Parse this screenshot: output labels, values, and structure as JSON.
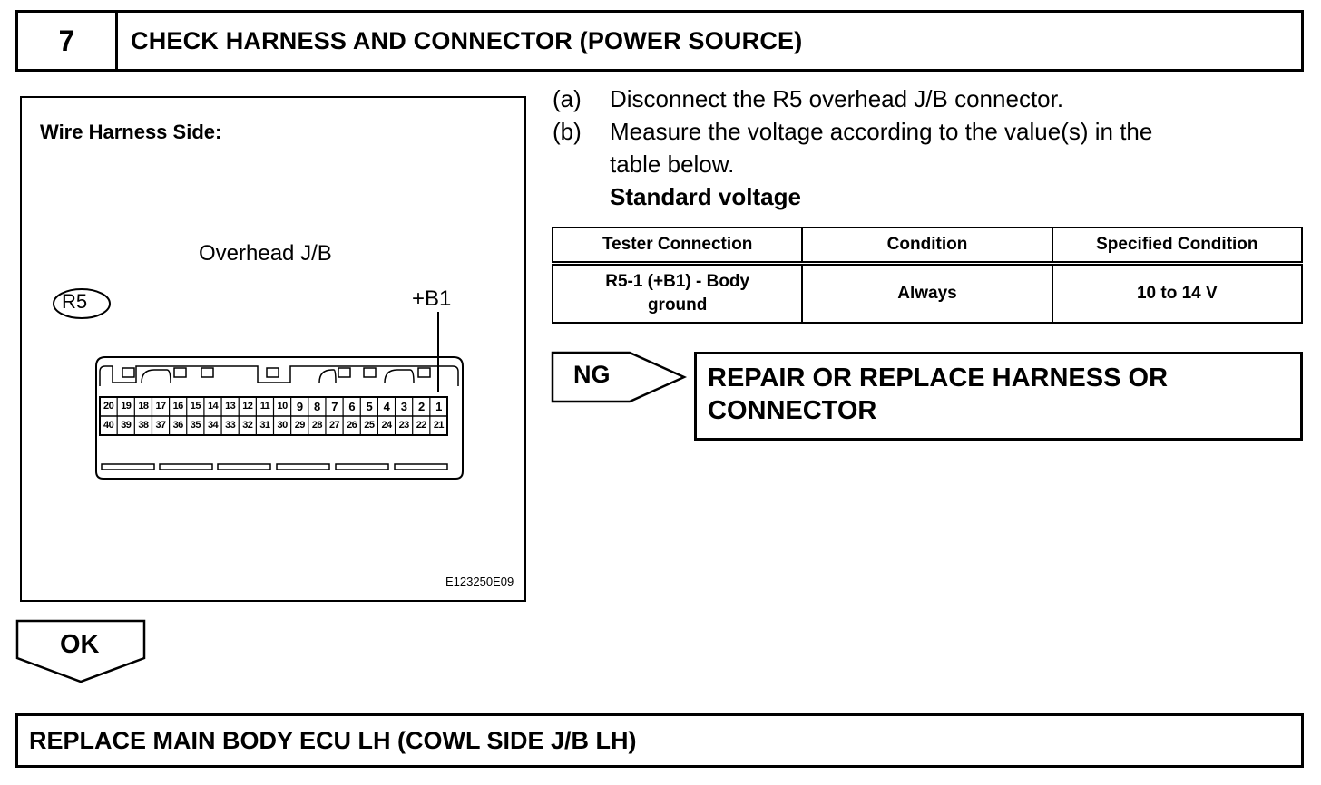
{
  "step": {
    "number": "7",
    "title": "CHECK HARNESS AND CONNECTOR (POWER SOURCE)"
  },
  "illustration": {
    "caption": "Wire Harness Side:",
    "connector_name": "Overhead J/B",
    "connector_code": "R5",
    "terminal_label": "+B1",
    "image_id": "E123250E09",
    "pins_top": [
      "20",
      "19",
      "18",
      "17",
      "16",
      "15",
      "14",
      "13",
      "12",
      "11",
      "10",
      "9",
      "8",
      "7",
      "6",
      "5",
      "4",
      "3",
      "2",
      "1"
    ],
    "pins_bottom": [
      "40",
      "39",
      "38",
      "37",
      "36",
      "35",
      "34",
      "33",
      "32",
      "31",
      "30",
      "29",
      "28",
      "27",
      "26",
      "25",
      "24",
      "23",
      "22",
      "21"
    ]
  },
  "instructions": [
    {
      "letter": "(a)",
      "text": "Disconnect the R5 overhead J/B connector."
    },
    {
      "letter": "(b)",
      "text": "Measure the voltage according to the value(s) in the",
      "text2": "table below."
    }
  ],
  "standard_label": "Standard voltage",
  "table": {
    "headers": [
      "Tester Connection",
      "Condition",
      "Specified Condition"
    ],
    "row": {
      "connection_line1": "R5-1 (+B1) - Body",
      "connection_line2": "ground",
      "condition": "Always",
      "specified": "10 to 14 V"
    }
  },
  "ng": {
    "label": "NG",
    "result_line1": "REPAIR OR REPLACE HARNESS OR",
    "result_line2": "CONNECTOR"
  },
  "ok": {
    "label": "OK",
    "result": "REPLACE MAIN BODY ECU LH (COWL SIDE J/B LH)"
  }
}
